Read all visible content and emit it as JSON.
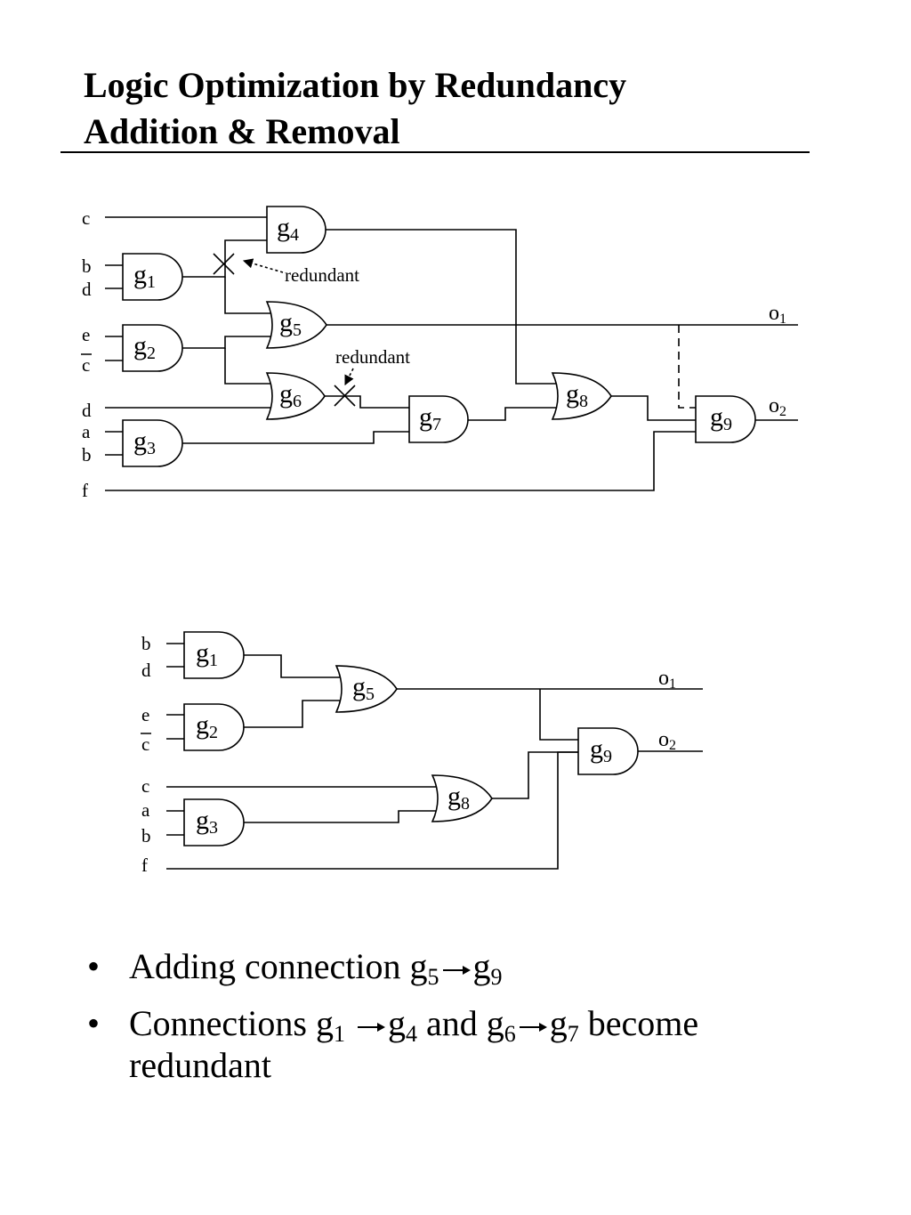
{
  "title": {
    "line1": "Logic Optimization by Redundancy",
    "line2": "Addition & Removal"
  },
  "circuit1": {
    "inputs": {
      "c": "c",
      "b": "b",
      "d": "d",
      "e": "e",
      "cbar": "c",
      "d2": "d",
      "a": "a",
      "b2": "b",
      "f": "f"
    },
    "gates": {
      "g1": {
        "letter": "g",
        "index": "1"
      },
      "g2": {
        "letter": "g",
        "index": "2"
      },
      "g3": {
        "letter": "g",
        "index": "3"
      },
      "g4": {
        "letter": "g",
        "index": "4"
      },
      "g5": {
        "letter": "g",
        "index": "5"
      },
      "g6": {
        "letter": "g",
        "index": "6"
      },
      "g7": {
        "letter": "g",
        "index": "7"
      },
      "g8": {
        "letter": "g",
        "index": "8"
      },
      "g9": {
        "letter": "g",
        "index": "9"
      }
    },
    "outputs": {
      "o1": {
        "letter": "o",
        "index": "1"
      },
      "o2": {
        "letter": "o",
        "index": "2"
      }
    },
    "annotations": {
      "redundant1": "redundant",
      "redundant2": "redundant"
    }
  },
  "circuit2": {
    "inputs": {
      "b": "b",
      "d": "d",
      "e": "e",
      "cbar": "c",
      "c": "c",
      "a": "a",
      "b2": "b",
      "f": "f"
    },
    "gates": {
      "g1": {
        "letter": "g",
        "index": "1"
      },
      "g2": {
        "letter": "g",
        "index": "2"
      },
      "g3": {
        "letter": "g",
        "index": "3"
      },
      "g5": {
        "letter": "g",
        "index": "5"
      },
      "g8": {
        "letter": "g",
        "index": "8"
      },
      "g9": {
        "letter": "g",
        "index": "9"
      }
    },
    "outputs": {
      "o1": {
        "letter": "o",
        "index": "1"
      },
      "o2": {
        "letter": "o",
        "index": "2"
      }
    }
  },
  "bullets": {
    "b1": {
      "text": "Adding connection",
      "from": {
        "letter": "g",
        "index": "5"
      },
      "to": {
        "letter": "g",
        "index": "9"
      }
    },
    "b2": {
      "text1": "Connections",
      "c1_from": {
        "letter": "g",
        "index": "1"
      },
      "c1_to": {
        "letter": "g",
        "index": "4"
      },
      "and": "and",
      "c2_from": {
        "letter": "g",
        "index": "6"
      },
      "c2_to": {
        "letter": "g",
        "index": "7"
      },
      "text2": "become redundant"
    }
  }
}
